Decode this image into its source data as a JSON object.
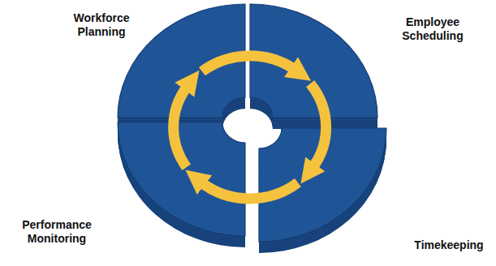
{
  "diagram": {
    "nodes": [
      {
        "text": [
          "Workforce Planning"
        ]
      },
      {
        "text": [
          "Employee Scheduling"
        ]
      },
      {
        "text": [
          "Performance Monitoring"
        ]
      },
      {
        "text": [
          "Timekeeping"
        ]
      }
    ],
    "edges": [
      {
        "from": 0,
        "to": 1,
        "arrow": "to"
      },
      {
        "from": 1,
        "to": 3,
        "arrow": "to"
      },
      {
        "from": 3,
        "to": 2,
        "arrow": "to"
      },
      {
        "from": 2,
        "to": 0,
        "arrow": "to"
      }
    ]
  }
}
